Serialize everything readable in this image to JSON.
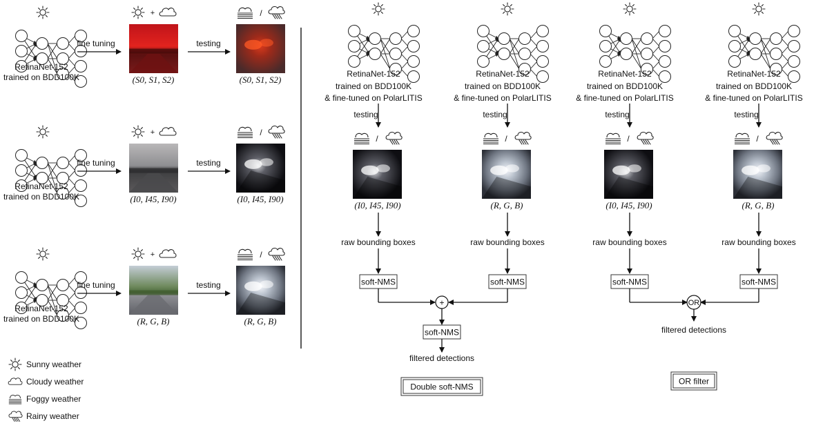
{
  "left_rows": [
    {
      "model_label": "RetinaNet-152",
      "model_sub": "trained on BDD100K",
      "edge1": "fine tuning",
      "edge2": "testing",
      "input_weather": [
        "sunny",
        "cloudy"
      ],
      "input_op": "+",
      "test_weather": [
        "foggy",
        "rainy"
      ],
      "test_op": "/",
      "input_caption": "(S0, S1, S2)",
      "test_caption": "(S0, S1, S2)",
      "input_image": "red-polarimetric-road",
      "test_image": "red-polarimetric-fog"
    },
    {
      "model_label": "RetinaNet-152",
      "model_sub": "trained on BDD100K",
      "edge1": "fine tuning",
      "edge2": "testing",
      "input_weather": [
        "sunny",
        "cloudy"
      ],
      "input_op": "+",
      "test_weather": [
        "foggy",
        "rainy"
      ],
      "test_op": "/",
      "input_caption": "(I0, I45, I90)",
      "test_caption": "(I0, I45, I90)",
      "input_image": "intensity-road",
      "test_image": "intensity-fog"
    },
    {
      "model_label": "RetinaNet-152",
      "model_sub": "trained on BDD100K",
      "edge1": "fine tuning",
      "edge2": "testing",
      "input_weather": [
        "sunny",
        "cloudy"
      ],
      "input_op": "+",
      "test_weather": [
        "foggy",
        "rainy"
      ],
      "test_op": "/",
      "input_caption": "(R, G, B)",
      "test_caption": "(R, G, B)",
      "input_image": "rgb-road",
      "test_image": "rgb-fog"
    }
  ],
  "legend": [
    {
      "icon": "sunny",
      "label": "Sunny weather"
    },
    {
      "icon": "cloudy",
      "label": "Cloudy weather"
    },
    {
      "icon": "foggy",
      "label": "Foggy weather"
    },
    {
      "icon": "rainy",
      "label": "Rainy weather"
    }
  ],
  "right_columns": [
    {
      "line1": "RetinaNet-152",
      "line2": "trained on BDD100K",
      "line3": "& fine-tuned on PolarLITIS",
      "edge": "testing",
      "caption": "(I0, I45, I90)",
      "image": "intensity-fog",
      "raw": "raw bounding boxes",
      "nms": "soft-NMS"
    },
    {
      "line1": "RetinaNet-152",
      "line2": "trained on BDD100K",
      "line3": "& fine-tuned on PolarLITIS",
      "edge": "testing",
      "caption": "(R, G, B)",
      "image": "rgb-fog",
      "raw": "raw bounding boxes",
      "nms": "soft-NMS"
    },
    {
      "line1": "RetinaNet-152",
      "line2": "trained on BDD100K",
      "line3": "& fine-tuned on PolarLITIS",
      "edge": "testing",
      "caption": "(I0, I45, I90)",
      "image": "intensity-fog",
      "raw": "raw bounding boxes",
      "nms": "soft-NMS"
    },
    {
      "line1": "RetinaNet-152",
      "line2": "trained on BDD100K",
      "line3": "& fine-tuned on PolarLITIS",
      "edge": "testing",
      "caption": "(R, G, B)",
      "image": "rgb-fog",
      "raw": "raw bounding boxes",
      "nms": "soft-NMS"
    }
  ],
  "double_nms": {
    "combine_symbol": "+",
    "final_nms": "soft-NMS",
    "output": "filtered detections",
    "title": "Double soft-NMS"
  },
  "or_filter": {
    "combine_symbol": "OR",
    "output": "filtered detections",
    "title": "OR filter"
  }
}
